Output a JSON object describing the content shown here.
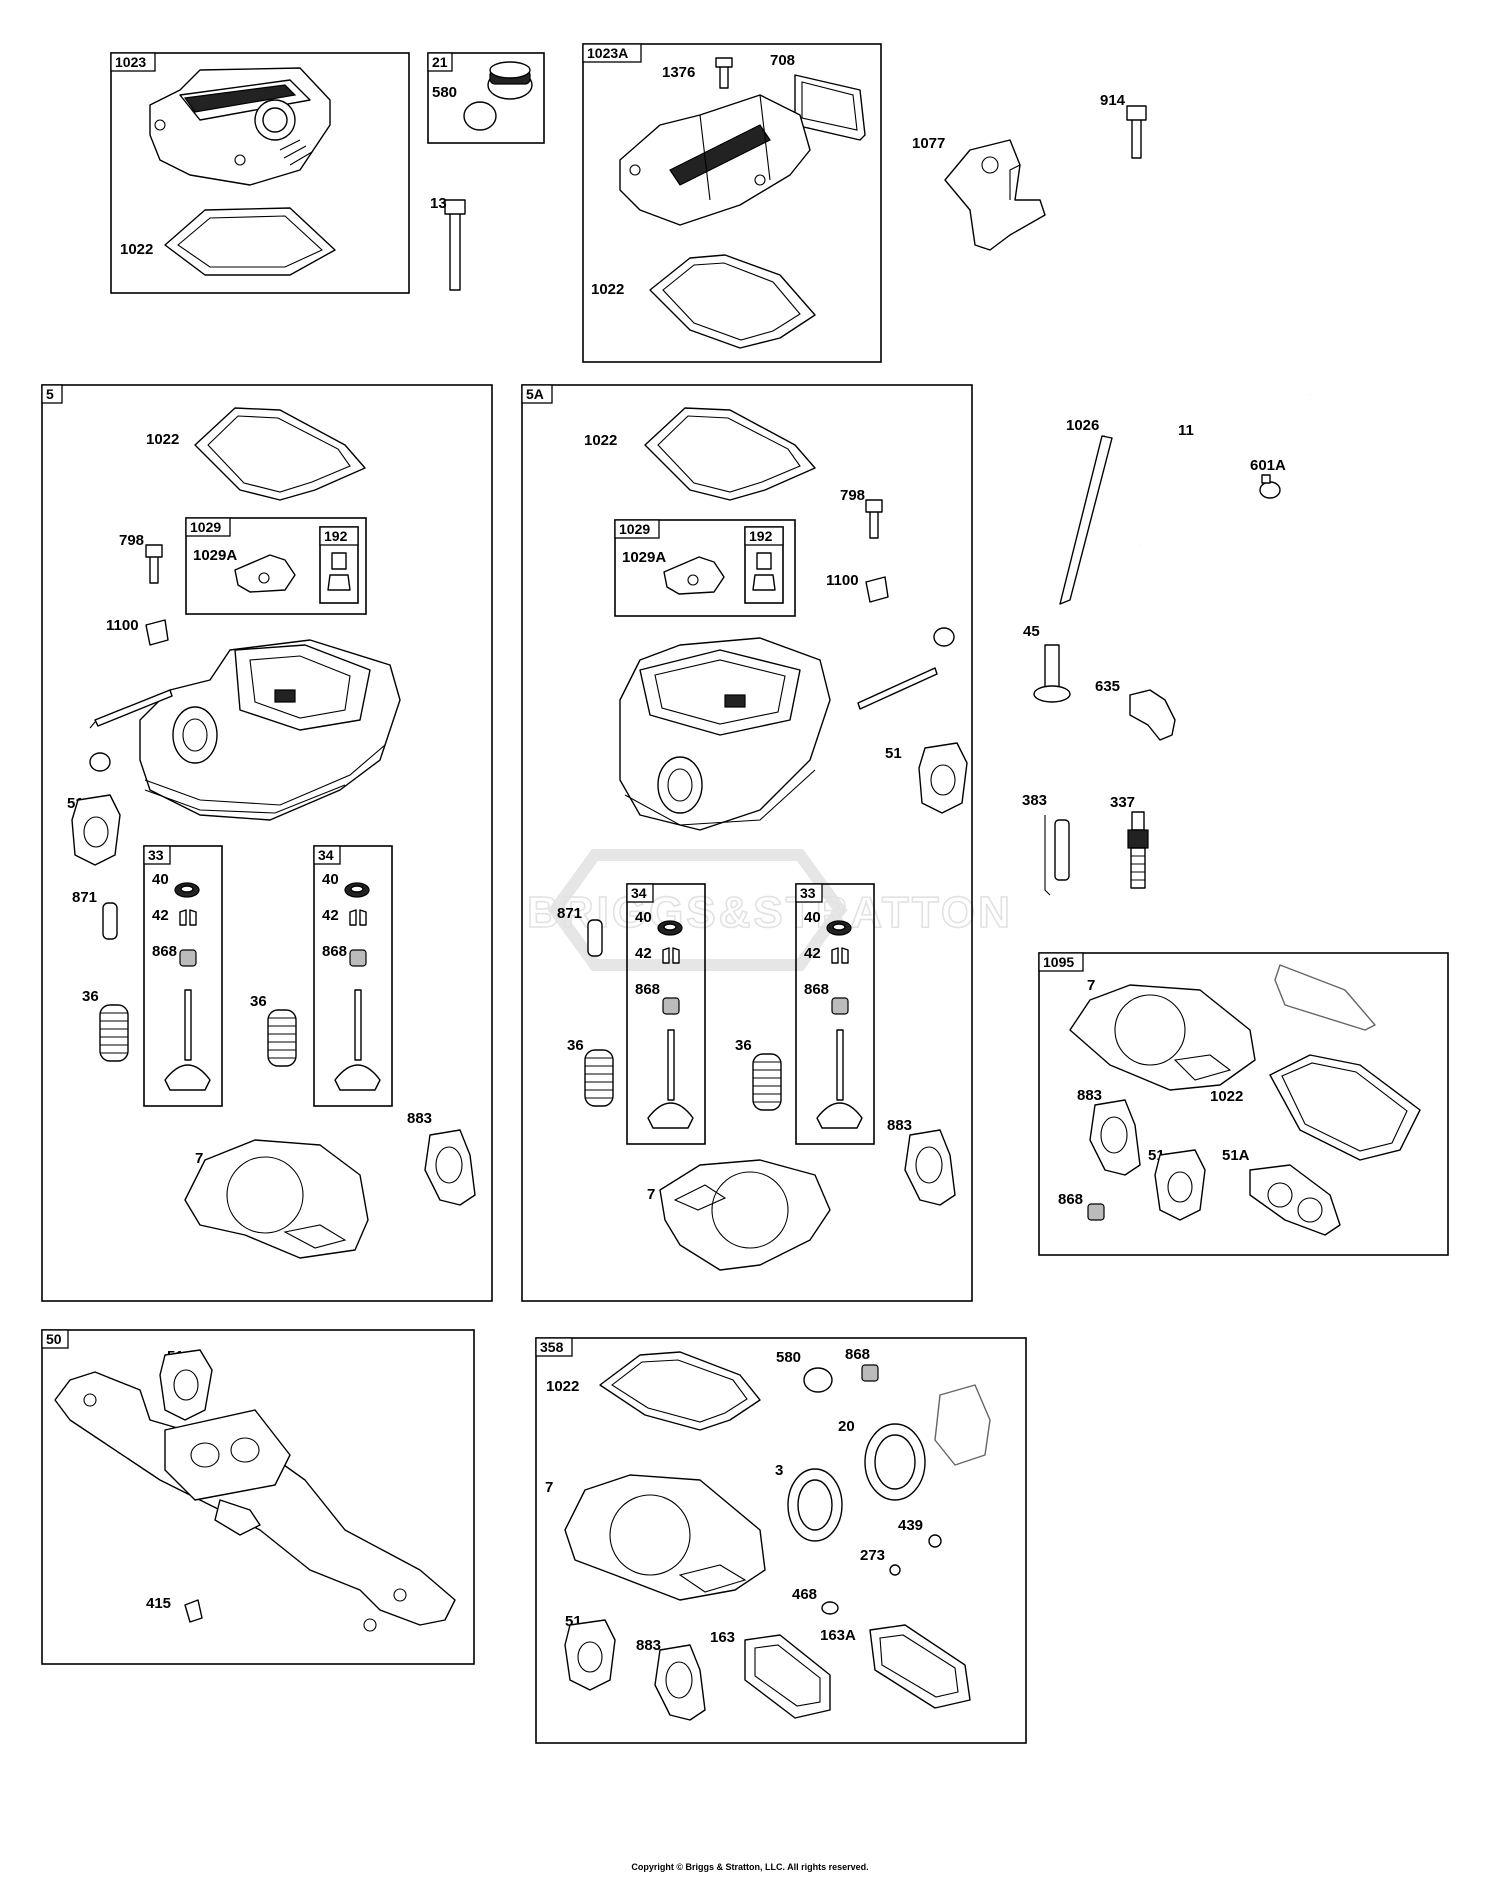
{
  "watermark": {
    "text": "BRIGGS&STRATTON"
  },
  "footer": {
    "copyright": "Copyright © Briggs & Stratton, LLC. All rights reserved."
  },
  "groups": [
    {
      "tag": "1023",
      "labels": [
        "1022"
      ]
    },
    {
      "tag": "21",
      "labels": [
        "580"
      ]
    },
    {
      "tag": "1023A",
      "labels": [
        "1376",
        "708",
        "1022"
      ]
    },
    {
      "tag": "5",
      "labels": [
        "1022",
        "798",
        "1100",
        "51",
        "871",
        "36",
        "36",
        "7",
        "883"
      ]
    },
    {
      "tag": "1029",
      "labels": [
        "1029A"
      ]
    },
    {
      "tag": "192",
      "labels": []
    },
    {
      "tag": "33",
      "labels": [
        "40",
        "42",
        "868"
      ]
    },
    {
      "tag": "34",
      "labels": [
        "40",
        "42",
        "868"
      ]
    },
    {
      "tag": "5A",
      "labels": [
        "1022",
        "798",
        "1100",
        "51",
        "871",
        "36",
        "36",
        "7",
        "883"
      ]
    },
    {
      "tag": "1029",
      "labels": [
        "1029A"
      ]
    },
    {
      "tag": "192",
      "labels": []
    },
    {
      "tag": "34",
      "labels": [
        "40",
        "42",
        "868"
      ]
    },
    {
      "tag": "33",
      "labels": [
        "40",
        "42",
        "868"
      ]
    },
    {
      "tag": "1095",
      "labels": [
        "7",
        "883",
        "1022",
        "51",
        "51A",
        "868"
      ]
    },
    {
      "tag": "50",
      "labels": [
        "51",
        "415"
      ]
    },
    {
      "tag": "358",
      "labels": [
        "1022",
        "580",
        "868",
        "20",
        "3",
        "7",
        "439",
        "273",
        "468",
        "51",
        "883",
        "163",
        "163A"
      ]
    }
  ],
  "loose_parts": [
    "13",
    "914",
    "1077",
    "1026",
    "11",
    "601A",
    "45",
    "635",
    "383",
    "337"
  ]
}
